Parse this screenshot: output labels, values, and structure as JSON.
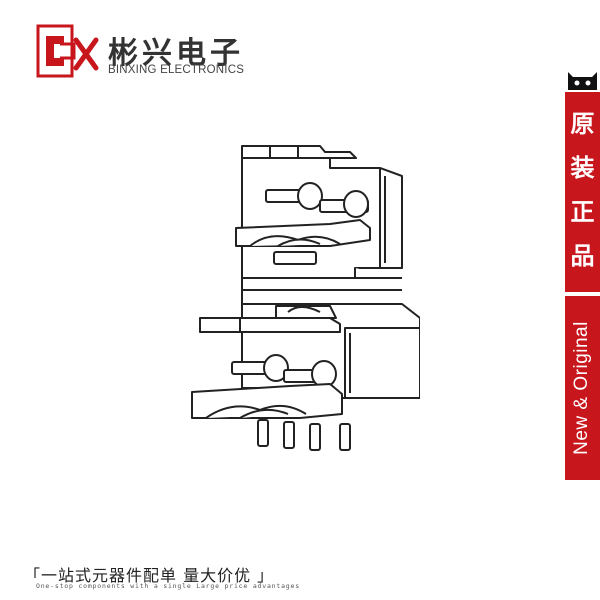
{
  "brand": {
    "name_cn": "彬兴电子",
    "name_en": "BINXING ELECTRONICS",
    "logo_icon": "bx-logo-icon",
    "colors": {
      "logo_red": "#c8161d",
      "text": "#333333"
    }
  },
  "product_image": {
    "icon": "connector-line-drawing"
  },
  "side_banner": {
    "cat_icon": "tmall-cat-icon",
    "text_cn": "原装正品",
    "text_en": "New & Original",
    "color": "#c8161d"
  },
  "footer": {
    "slogan_cn": "「一站式元器件配单 量大价优 」",
    "slogan_en": "One-stop components with a single  Large price advantages"
  }
}
